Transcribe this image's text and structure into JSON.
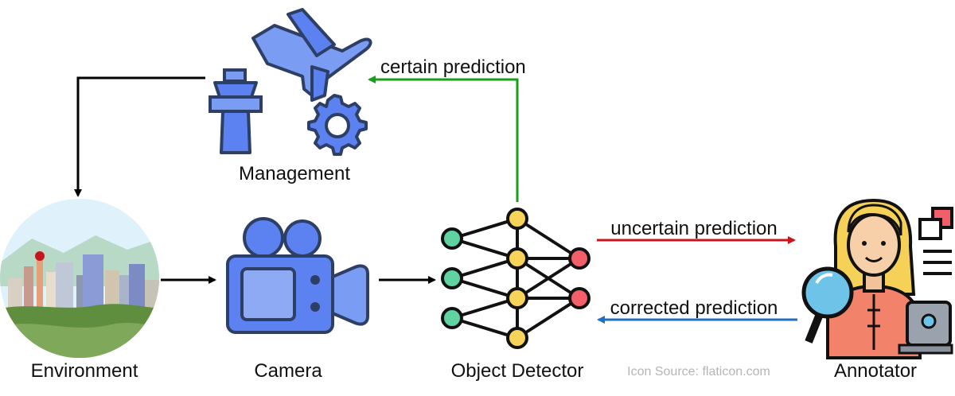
{
  "nodes": {
    "management": "Management",
    "environment": "Environment",
    "camera": "Camera",
    "detector": "Object Detector",
    "annotator": "Annotator"
  },
  "edges": {
    "certain": "certain prediction",
    "uncertain": "uncertain prediction",
    "corrected": "corrected prediction"
  },
  "credit": "Icon Source: flaticon.com",
  "colors": {
    "certain": "#1a9e1a",
    "uncertain": "#c8141e",
    "corrected": "#1f6fc4",
    "icon_blue": "#5b82f0",
    "icon_stroke": "#2e3f66"
  },
  "icons": [
    "airplane-icon",
    "control-tower-icon",
    "gear-icon",
    "city-icon",
    "video-camera-icon",
    "neural-network-icon",
    "annotator-icon"
  ]
}
